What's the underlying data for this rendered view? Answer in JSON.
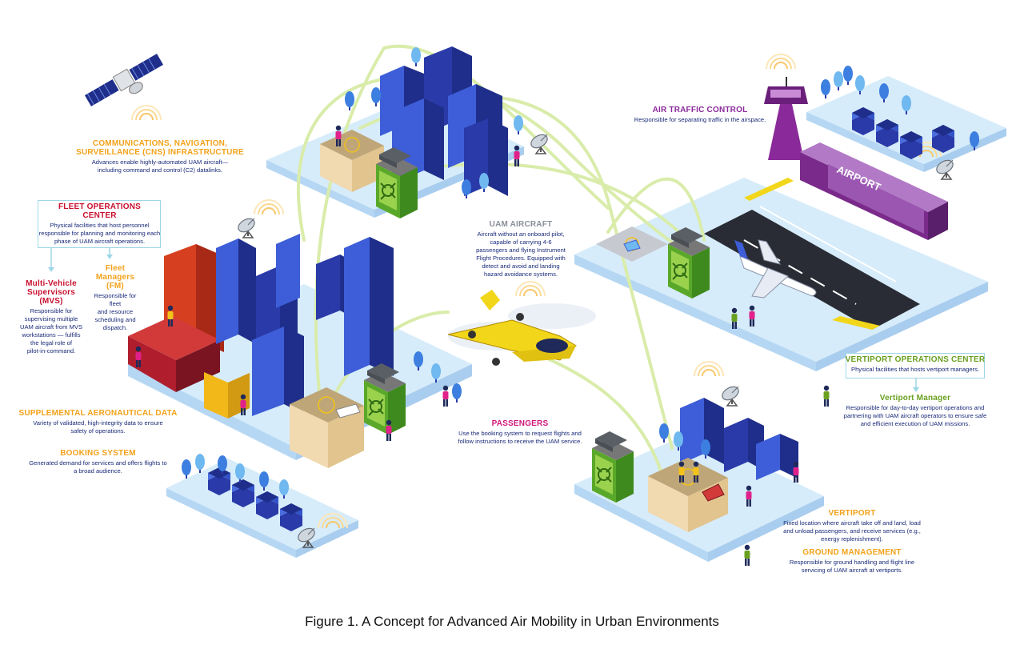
{
  "caption": "Figure 1. A Concept for Advanced Air Mobility in Urban Environments",
  "colors": {
    "platform": "#d6ecfa",
    "platform_side": "#a9cdee",
    "building_blue": "#2a3aa8",
    "building_light": "#3d5ed8",
    "hub_green": "#7cc242",
    "flight_path": "#d9ecaa",
    "orange_label": "#f2a21a",
    "magenta_label": "#d0187a",
    "purple_label": "#8a2a9a",
    "navy_text": "#1a2a78"
  },
  "labels": {
    "cns": {
      "title_l1": "COMMUNICATIONS, NAVIGATION,",
      "title_l2": "SURVEILLANCE (CNS) INFRASTRUCTURE",
      "desc_l1": "Advances enable highly-automated UAM aircraft—",
      "desc_l2": "including command and control (C2) datalinks."
    },
    "fleet_ops": {
      "title_l1": "FLEET OPERATIONS",
      "title_l2": "CENTER",
      "desc_l1": "Physical facilities that host personnel",
      "desc_l2": "responsible for planning and monitoring each",
      "desc_l3": "phase of UAM aircraft operations."
    },
    "mvs": {
      "title_l1": "Multi-Vehicle",
      "title_l2": "Supervisors",
      "title_l3": "(MVS)",
      "desc_l1": "Responsible for",
      "desc_l2": "supervising multiple",
      "desc_l3": "UAM aircraft from MVS",
      "desc_l4": "workstations — fulfills",
      "desc_l5": "the legal role of",
      "desc_l6": "pilot-in-command."
    },
    "fm": {
      "title_l1": "Fleet",
      "title_l2": "Managers",
      "title_l3": "(FM)",
      "desc_l1": "Responsible for fleet",
      "desc_l2": "and resource",
      "desc_l3": "scheduling and",
      "desc_l4": "dispatch."
    },
    "atc": {
      "title": "AIR TRAFFIC CONTROL",
      "desc": "Responsible for separating traffic in the airspace."
    },
    "uam": {
      "title": "UAM AIRCRAFT",
      "desc_l1": "Aircraft without an onboard pilot,",
      "desc_l2": "capable of carrying 4-6",
      "desc_l3": "passengers and flying Instrument",
      "desc_l4": "Flight Procedures. Equipped with",
      "desc_l5": "detect and avoid and landing",
      "desc_l6": "hazard avoidance systems."
    },
    "supplemental": {
      "title": "SUPPLEMENTAL AERONAUTICAL DATA",
      "desc_l1": "Variety of validated, high-integrity data to ensure",
      "desc_l2": "safety of operations."
    },
    "booking": {
      "title": "BOOKING SYSTEM",
      "desc_l1": "Generated demand for services and offers flights to",
      "desc_l2": "a broad audience."
    },
    "passengers": {
      "title": "PASSENGERS",
      "desc_l1": "Use the booking system to request flights and",
      "desc_l2": "follow instructions to receive the UAM service."
    },
    "vertiport_ops": {
      "title": "VERTIPORT OPERATIONS CENTER",
      "desc": "Physical facilities that hosts vertiport managers."
    },
    "vertiport_manager": {
      "title": "Vertiport Manager",
      "desc_l1": "Responsible for day-to-day vertiport operations and",
      "desc_l2": "partnering with UAM aircraft operators to ensure safe",
      "desc_l3": "and efficient execution of UAM missions."
    },
    "vertiport": {
      "title": "VERTIPORT",
      "desc_l1": "Fixed location where aircraft take off and land, load",
      "desc_l2": "and unload passengers, and receive services (e.g.,",
      "desc_l3": "energy replenishment)."
    },
    "ground": {
      "title": "GROUND MANAGEMENT",
      "desc_l1": "Responsible for ground handling and flight line",
      "desc_l2": "servicing of UAM aircraft at vertiports."
    },
    "airport_sign": "AIRPORT"
  },
  "icons": [
    "satellite-icon",
    "signal-waves-icon",
    "satellite-dish-icon",
    "control-tower-icon",
    "airplane-icon",
    "evtol-aircraft-icon",
    "person-icon",
    "tree-icon",
    "house-icon",
    "hub-logo-icon"
  ]
}
